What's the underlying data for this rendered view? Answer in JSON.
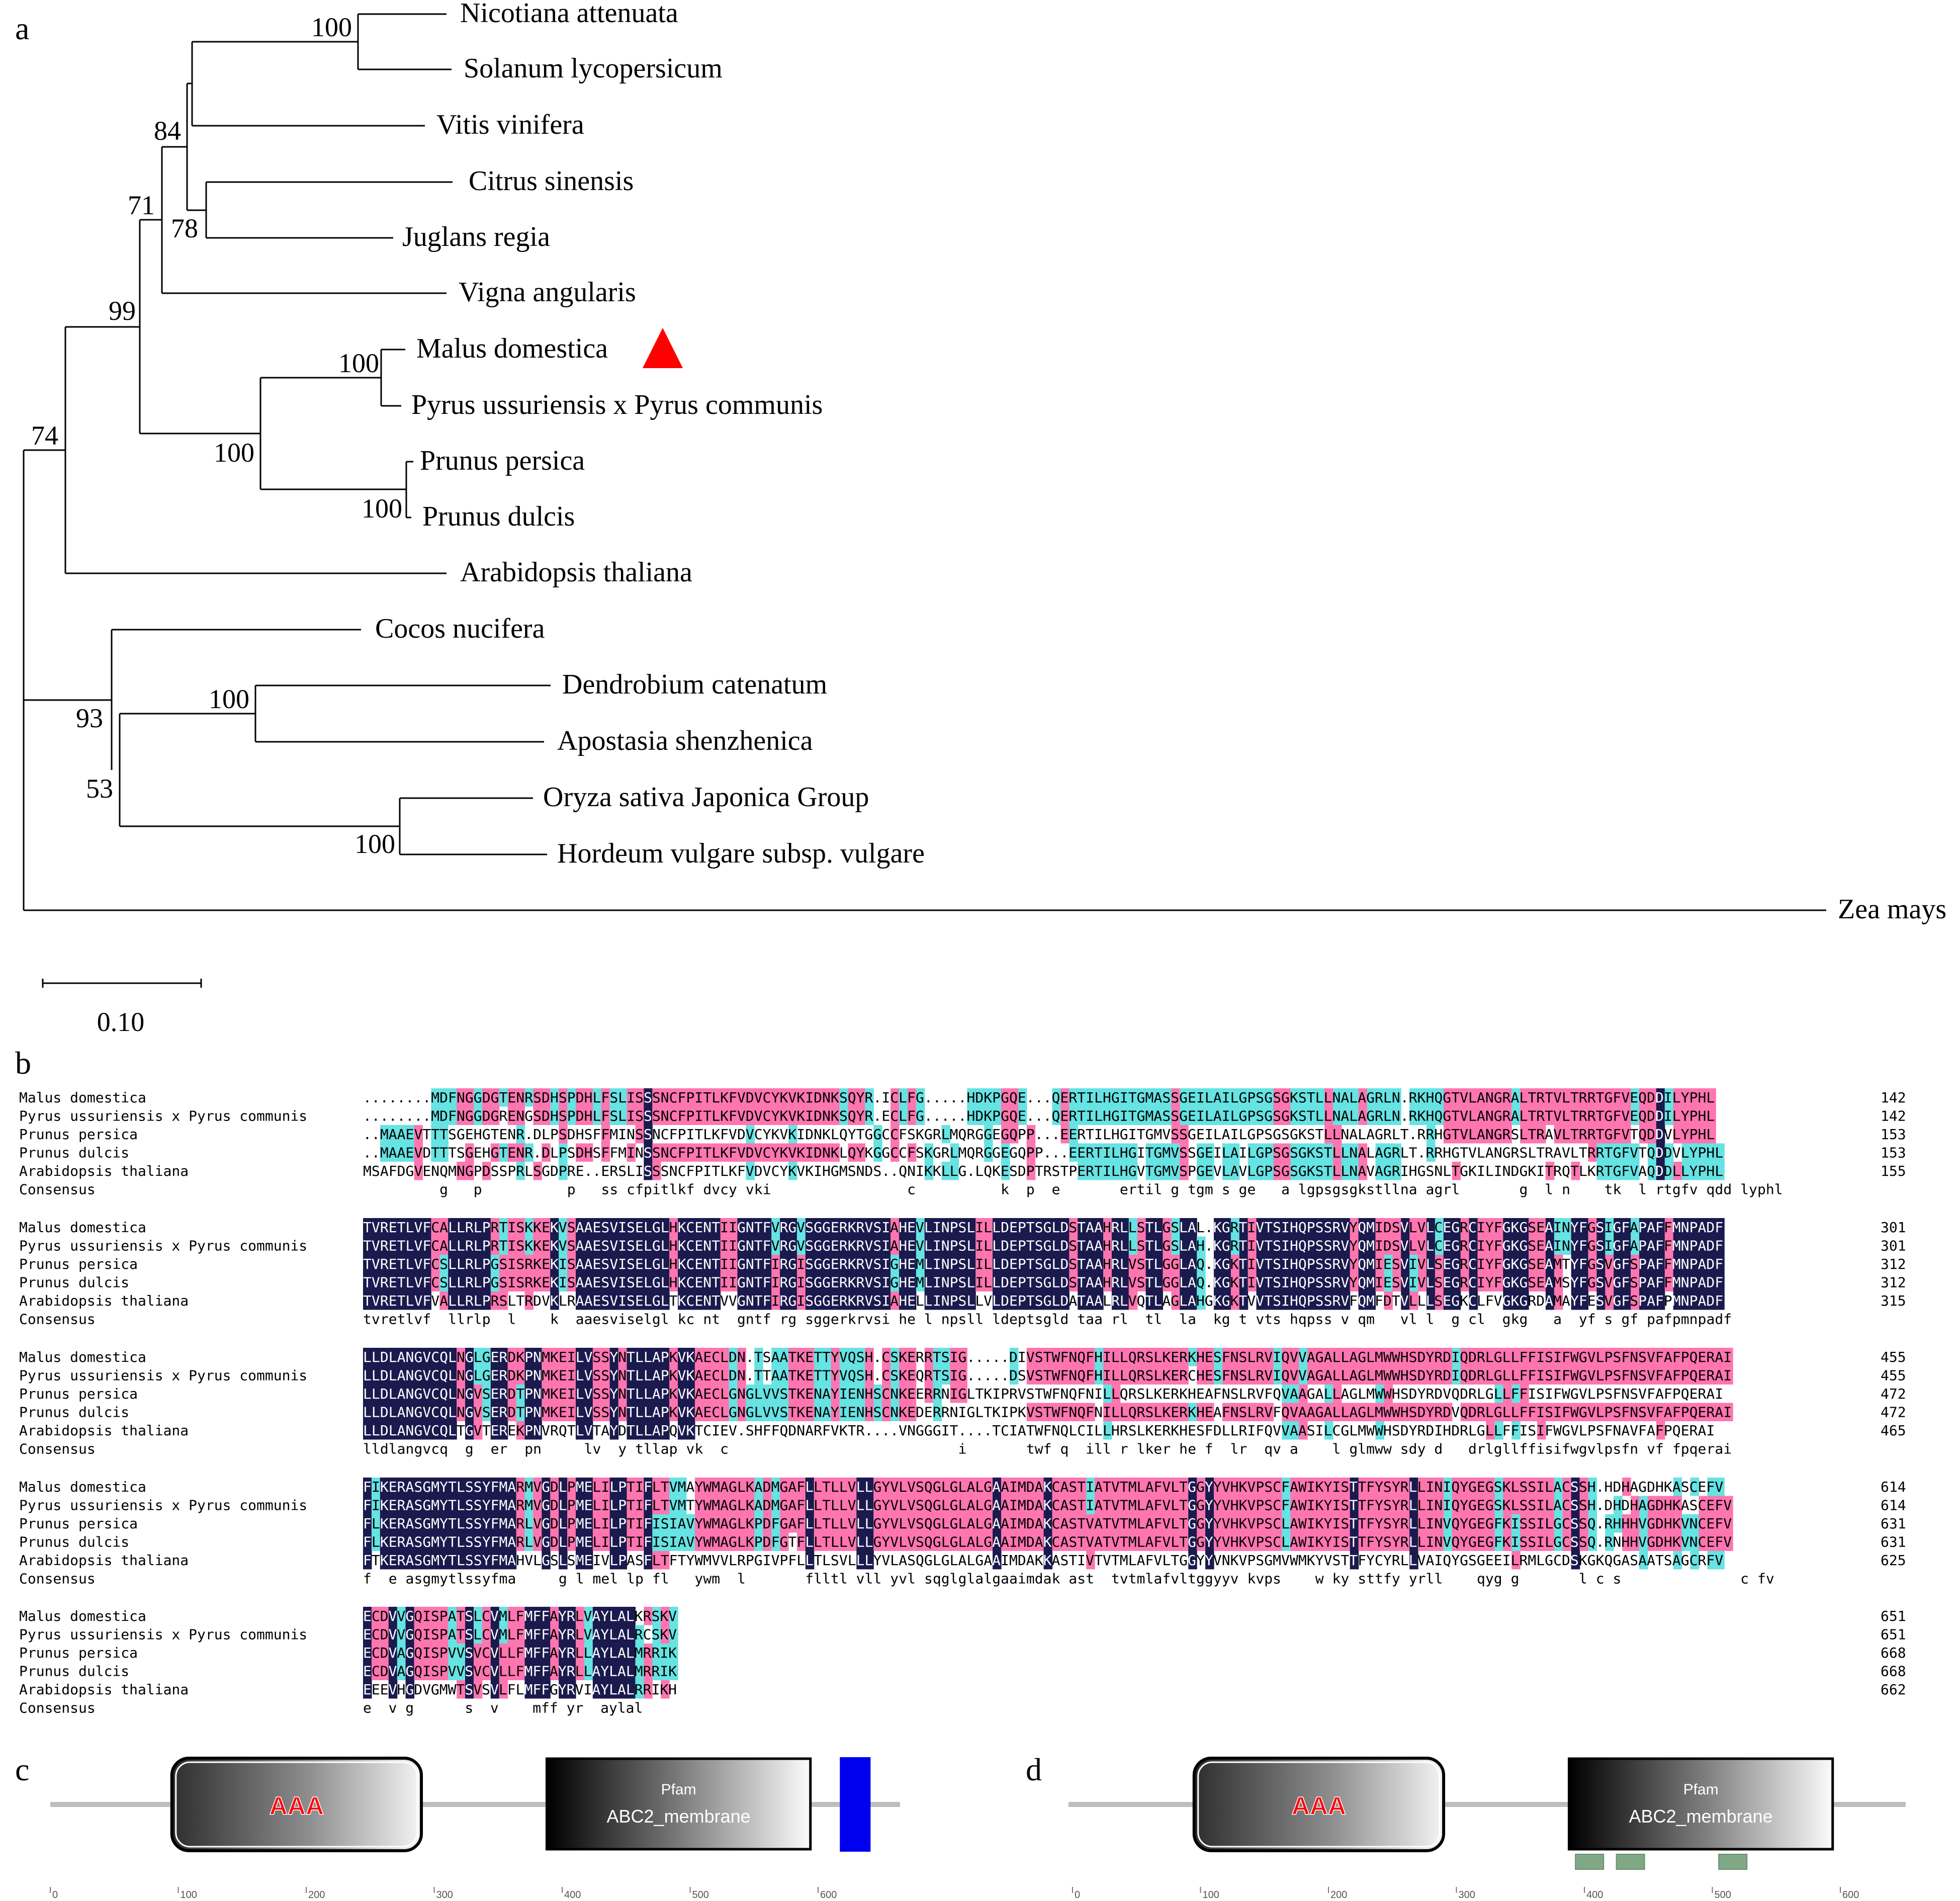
{
  "panels": {
    "a": "a",
    "b": "b",
    "c": "c",
    "d": "d"
  },
  "tree": {
    "taxa": [
      "Nicotiana attenuata",
      "Solanum lycopersicum",
      "Vitis vinifera",
      "Citrus sinensis",
      "Juglans regia",
      "Vigna angularis",
      "Malus domestica",
      "Pyrus ussuriensis x Pyrus communis",
      "Prunus persica",
      "Prunus dulcis",
      "Arabidopsis thaliana",
      "Cocos nucifera",
      "Dendrobium catenatum",
      "Apostasia shenzhenica",
      "Oryza sativa Japonica Group",
      "Hordeum vulgare subsp. vulgare",
      "Zea mays"
    ],
    "highlighted_taxon": "Malus domestica",
    "highlight_marker_color": "#ff0000",
    "bootstrap": [
      "100",
      "84",
      "78",
      "71",
      "99",
      "100",
      "100",
      "100",
      "74",
      "100",
      "93",
      "53",
      "100"
    ],
    "scale_bar_label": "0.10"
  },
  "alignment": {
    "sequence_names": [
      "Malus domestica",
      "Pyrus ussuriensis x Pyrus communis",
      "Prunus persica",
      "Prunus dulcis",
      "Arabidopsis thaliana"
    ],
    "consensus_label": "Consensus",
    "colors": {
      "identical": "#1a1a4e",
      "high": "#ff75b0",
      "medium": "#66e3e3"
    },
    "blocks": [
      {
        "rows": [
          "........MDFNGGDGTENRSDHSPDHLFSLISSSNCFPITLKFVDVCYKVKIDNKSQYR.ICLFG.....HDKPGQE...QERTILHGITGMASSGEILAILGPSGSGKSTLLNALAGRLN.RKHQGTVLANGRALTRTVLTRRTGFVEQDDILYPHL",
          "........MDFNGGDGRENGSDHSPDHLFSLISSSNCFPITLKFVDVCYKVKIDNKSQYR.ECLFG.....HDKPGQE...QERTILHGITGMASSGEILAILGPSGSGKSTLLNALAGRLN.RKHQGTVLANGRALTRTVLTRRTGFVEQDDILYPHL",
          "..MAAEVTTTSGEHGTENR.DLPSDHSFFMINSSNCFPITLKFVDVCYKVKIDNKLQYTGGCCFSKGRLMQRGGEGQPP...EERTILHGITGMVSSGEILAILGPSGSGKSTLLNALAGRLT.RRHGTVLANGRSLTRAVLTRRTGFVTQDDVLYPHL",
          "..MAAEVDTTTSGEHGTENR.DLPSDHSFFMINSSNCFPITLKFVDVCYKVKIDNKLQYKGGCCFSKGRLMQRGGEGQPP...EERTILHGITGMVSSGEILAILGPSGSGKSTLLNALAGRLT.RRHGTVLANGRSLTRAVLTRRTGFVTQDDVLYPHL",
          "MSAFDGVENQMNGPDSSPRLSGDPRE..ERSLISSSNCFPITLKFVDVCYKVKIHGMSNDS..QNIKKLLG.LQKESDPTRSTPERTILHGVTGMVSPGEVLAVLGPSGSGKSTLLNAVAGRIHGSNLTGKILINDGKITRQTLKRTGFVAQDDLLYPHL"
        ],
        "consensus": "         g   p          p   ss cfpitlkf dvcy vki                c          k  p  e       ertil g tgm s ge   a lgpsgsgkstllna agrl       g  l n    tk  l rtgfv qdd lyphl",
        "ends": [
          "142",
          "142",
          "153",
          "153",
          "155"
        ]
      },
      {
        "rows": [
          "TVRETLVFCALLRLPRTISKKEKVSAAESVISELGLHKCENTIIGNTFVRGVSGGERKRVSIAHEVLINPSLILLDEPTSGLDSTAAHRLLSTLGSLAL.KGRTIVTSIHQPSSRVYQMIDSVLVLCEGRCIYFGKGSEAINYFGSIGFAPAFFMNPADF",
          "TVRETLVFCALLRLPRTISKKEKVSAAESVISELGLHKCENTIIGNTFVRGVSGGERKRVSIAHEVLINPSLILLDEPTSGLDSTAAHRLLSTLGSLAH.KGRTIVTSIHQPSSRVYQMIDSVLVLCEGRCIYFGKGSEAINYFGSIGFAPAFFMNPADF",
          "TVRETLVFCSLLRLPGSISRKEKISAAESVISELGLHKCENTIIGNTFIRGISGGERKRVSIGHEMLINPSLILLDEPTSGLDSTAAHRLVSTLGGLAQ.KGKTIVTSIHQPSSRVYQMIESVIVLSEGRCIYFGKGSEAMTYFGSVGFSPAFFMNPADF",
          "TVRETLVFCSLLRLPGSISRKEKISAAESVISELGLHKCENTIIGNTFIRGISGGERKRVSIGHEMLINPSLILLDEPTSGLDSTAAHRLVSTLGGLAQ.KGKTIVTSIHQPSSRVYQMIESVIVLSEGRCIYFGKGSEAMSYFGSVGFSPAFFMNPADF",
          "TVRETLVFVALLRLPRSLTRDVKLRAAESVISELGLTKCENTVVGNTFIRGISGGERKRVSIAHELLINPSLLVLDEPTSGLDATAALRLVQTLAGLAHGKGKTVVTSIHQPSSRVFQMFDTVLLLSEGKCLFVGKGRDAMAYFESVGFSPAFPMNPADF"
        ],
        "consensus": "tvretlvf  llrlp  l    k  aaesviselgl kc nt  gntf rg sggerkrvsi he l npsll ldeptsgld taa rl  tl  la  kg t vts hqpss v qm   vl l  g cl  gkg   a  yf s gf pafpmnpadf",
        "ends": [
          "301",
          "301",
          "312",
          "312",
          "315"
        ]
      },
      {
        "rows": [
          "LLDLANGVCQLNGLGERDKPNMKEILVSSYNTLLAPKVKAECLDN.TSAATKETTYVQSH.CSKERRTSIG.....DIVSTWFNQFHILLQRSLKERKHESFNSLRVIQVVAGALLAGLMWWHSDYRDIQDRLGLLFFISIFWGVLPSFNSVFAFPQERAI",
          "LLDLANGVCQLNGLGERDKPNMKEILVSSYNTLLAPKVKAECLDN.TTAATKETTYVQSH.CSKEQRTSIG.....DSVSTWFNQFHILLQRSLKERCHESFNSLRVIQVVAGALLAGLMWWHSDYRDIQDRLGLLFFISIFWGVLPSFNSVFAFPQERAI",
          "LLDLANGVCQLNGVSERDTPNMKEILVSSYNTLLAPKVKAECLGNGLVVSTKENAYIENHSCNKEERRNIGLTKIPRVSTWFNQFNILLQRSLKERKHEAFNSLRVFQVAAGALLAGLMWWHSDYRDVQDRLGLLFFISIFWGVLPSFNSVFAFPQERAI",
          "LLDLANGVCQLNGVSERDTPNMKEILVSSYNTLLAPKVKAECLGNGLVVSTKENAYIENHSCNKEDERRNIGLTKIPKVSTWFNQFNILLQRSLKERKHEAFNSLRVFQVAAGALLAGLMWWHSDYRDVQDRLGLLFFISIFWGVLPSFNSVFAFPQERAI",
          "LLDLANGVCQLTGVTEREKPNVRQTLVTAYDTLLAPQVKTCIEV.SHFFQDNARFVKTR....VNGGGIT....TCIATWFNQLCILLHRSLKERKHESFDLLRIFQVVAASILCGLMWWHSDYRDIHDRLGLLFFISIFWGVLPSFNAVFAFPQERAI"
        ],
        "consensus": "lldlangvcq  g  er  pn     lv  y tllap vk  c                           i       twf q  ill r lker he f  lr  qv a    l glmww sdy d   drlgllffisifwgvlpsfn vf fpqerai",
        "ends": [
          "455",
          "455",
          "472",
          "472",
          "465"
        ]
      },
      {
        "rows": [
          "FIKERASGMYTLSSYFMARMVGDLPMELILPTIFLTVMAYWMAGLKADMGAFLLTLLVLLGYVLVSQGLGLALGAAIMDAKCASTIATVTMLAFVLTGGYYVHKVPSCFAWIKYISTTFYSYRLLINIQYGEGSKLSSILACSSH.HDHAGDHKASCEFV",
          "FIKERASGMYTLSSYFMARMVGDLPMELILPTIFLTVMTYWMAGLKADMGAFLLTLLVLLGYVLVSQGLGLALGAAIMDAKCASTIATVTMLAFVLTGGYYVHKVPSCFAWIKYISTTFYSYRLLINIQYGEGSKLSSILACSSH.DHDHAGDHKASCEFV",
          "FLKERASGMYTLSSYFMARLVGDLPMELILPTIFISIAVYWMAGLKPDFGAFLLTLLVLLGYVLVSQGLGLALGAAIMDAKCASTVATVTMLAFVLTGGYYVHKVPSCLAWIKYISTTFYSYRLLINVQYGEGFKISSILGCSSQ.RHHHVGDHKVNCEFV",
          "FLKERASGMYTLSSYFMARLVGDLPMELILPTIFISIAVYWMAGLKPDFGTFLLTLLVLLGYVLVSQGLGLALGAAIMDAKCASTVATVTMLAFVLTGGYYVHKVPSCLAWIKYISTTFYSYRLLINVQYGEGFKISSILGCSSQ.RNHHVGDHKVNCEFV",
          "FTKERASGMYTLSSYFMAHVLGSLSMEIVLPASFLTFTYWMVVLRPGIVPFLLTLSVLLLYVLASQGLGLALGAAIMDAKKASTIVTVTMLAFVLTGGYYVNKVPSGMVWMKYVSTTFYCYRLLVAIQYGSGEEILRMLGCDSKGKQGASAATSAGCRFV"
        ],
        "consensus": "f  e asgmytlssyfma     g l mel lp fl   ywm  l       flltl vll yvl sqglglalgaaimdak ast  tvtmlafvltggyyv kvps    w ky sttfy yrll    qyg g       l c s              c fv",
        "ends": [
          "614",
          "614",
          "631",
          "631",
          "625"
        ]
      },
      {
        "rows": [
          "ECDVVGQISPATSLCVMLFMFFAYRLVAYLALKRSKV",
          "ECDVVGQISPATSLCVMLFMFFAYRLVAYLALRCSKV",
          "ECDVAGQISPVVSVCVLLFMFFAYRLLAYLALMRRIK",
          "ECDVAGQISPVVSVCVLLFMFFAYRLLAYLALMRRIK",
          "EEEVHGDVGMWTSVSVLFLMFFGYRVIAYLALRRIKH"
        ],
        "consensus": "e  v g      s  v    mff yr  aylal",
        "ends": [
          "651",
          "651",
          "668",
          "668",
          "662"
        ]
      }
    ]
  },
  "domains_c": {
    "aaa_label": "AAA",
    "pfam_label": "Pfam",
    "pfam_name": "ABC2_membrane",
    "ticks": [
      "0",
      "100",
      "200",
      "300",
      "400",
      "500",
      "600"
    ],
    "protein_length": 651,
    "aaa_range": [
      95,
      290
    ],
    "pfam_range": [
      388,
      594
    ],
    "extra_segment_range": [
      617,
      641
    ],
    "extra_segment_color": "#0000ee"
  },
  "domains_d": {
    "aaa_label": "AAA",
    "pfam_label": "Pfam",
    "pfam_name": "ABC2_membrane",
    "ticks": [
      "0",
      "100",
      "200",
      "300",
      "400",
      "500",
      "600"
    ],
    "protein_length": 651,
    "aaa_range": [
      95,
      290
    ],
    "pfam_range": [
      388,
      594
    ],
    "tm_segments": [
      [
        393,
        415
      ],
      [
        425,
        447
      ],
      [
        505,
        527
      ]
    ],
    "tm_color": "#7fa884"
  }
}
